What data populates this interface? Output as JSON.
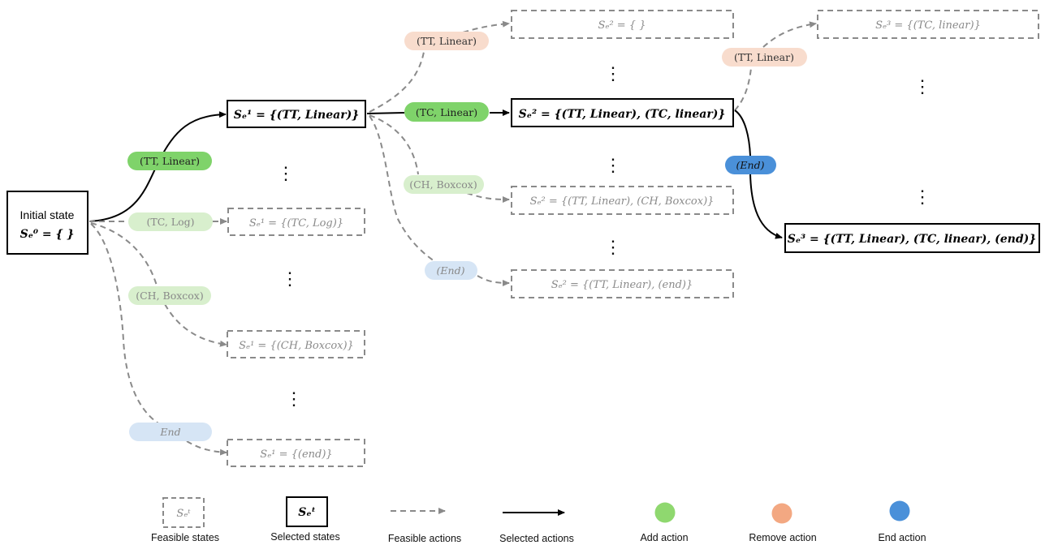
{
  "colors": {
    "add_strong": "#7fd36a",
    "add_light": "#d8efcd",
    "remove_light": "#f8dccd",
    "remove_strong": "#f3a882",
    "end_strong": "#4a90d9",
    "end_light": "#d6e5f5",
    "feasible_gray": "#8a8a8a",
    "selected_black": "#000000"
  },
  "initial_state": {
    "title": "Initial state",
    "formula": "Sₑ⁰ = {   }"
  },
  "level1": {
    "selected_action": {
      "label": "(TT, Linear)",
      "type": "add"
    },
    "selected_state": "Sₑ¹ = {(TT, Linear)}",
    "feasible": [
      {
        "action": "(TC, Log)",
        "type": "add",
        "state": "Sₑ¹ = {(TC, Log)}"
      },
      {
        "action": "(CH, Boxcox)",
        "type": "add",
        "state": "Sₑ¹ = {(CH, Boxcox)}"
      },
      {
        "action": "End",
        "type": "end",
        "state": "Sₑ¹ = {(end)}"
      }
    ]
  },
  "level2": {
    "selected_action": {
      "label": "(TC, Linear)",
      "type": "add"
    },
    "selected_state": "Sₑ² = {(TT, Linear), (TC, linear)}",
    "feasible": [
      {
        "action": "(TT, Linear)",
        "type": "remove",
        "state": "Sₑ² = {   }"
      },
      {
        "action": "(CH, Boxcox)",
        "type": "add",
        "state": "Sₑ² = {(TT, Linear), (CH, Boxcox)}"
      },
      {
        "action": "(End)",
        "type": "end",
        "state": "Sₑ² = {(TT, Linear), (end)}"
      }
    ]
  },
  "level3": {
    "selected_action": {
      "label": "(End)",
      "type": "end"
    },
    "selected_state": "Sₑ³ = {(TT, Linear), (TC, linear), (end)}",
    "feasible": [
      {
        "action": "(TT, Linear)",
        "type": "remove",
        "state": "Sₑ³ = {(TC, linear)}"
      }
    ]
  },
  "ellipsis": "⋮",
  "legend": [
    {
      "key": "feasible-states",
      "label": "Feasible states",
      "symbol": "Sₑᵗ"
    },
    {
      "key": "selected-states",
      "label": "Selected states",
      "symbol": "Sₑᵗ"
    },
    {
      "key": "feasible-actions",
      "label": "Feasible  actions"
    },
    {
      "key": "selected-actions",
      "label": "Selected actions"
    },
    {
      "key": "add-action",
      "label": "Add action"
    },
    {
      "key": "remove-action",
      "label": "Remove action"
    },
    {
      "key": "end-action",
      "label": "End action"
    }
  ]
}
